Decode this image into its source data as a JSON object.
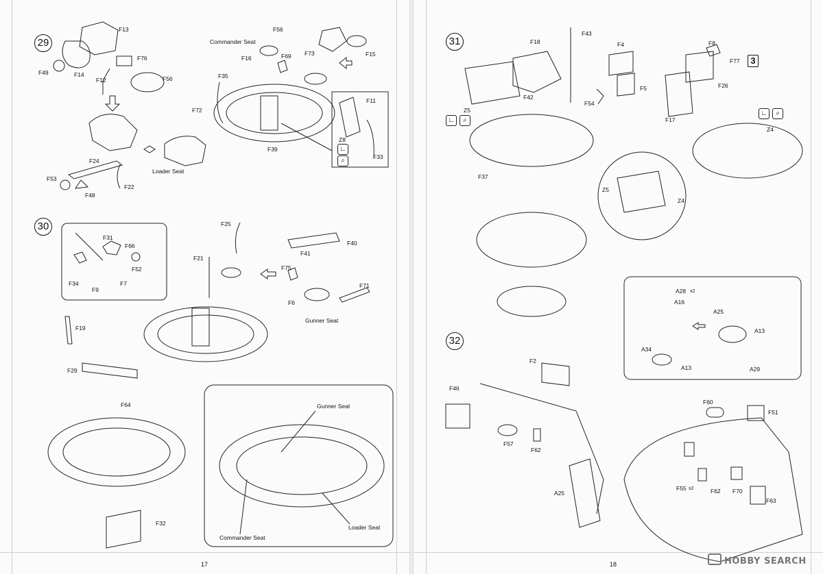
{
  "left_page": {
    "page_number": "17",
    "steps": [
      {
        "number": "29"
      },
      {
        "number": "30"
      }
    ],
    "step29_labels": [
      "F13",
      "F76",
      "F49",
      "F14",
      "F12",
      "F56",
      "F24",
      "F53",
      "F48",
      "F22",
      "F56",
      "Commander Seat",
      "F16",
      "F69",
      "F35",
      "F72",
      "F39",
      "F73",
      "F15",
      "F11",
      "Z8",
      "F33",
      "Loader Seat"
    ],
    "step30_labels": [
      "F31",
      "F66",
      "F52",
      "F34",
      "F9",
      "F7",
      "F25",
      "F21",
      "F40",
      "F41",
      "F75",
      "F6",
      "F71",
      "Gunner Seat",
      "F19",
      "F29",
      "F64",
      "F32"
    ],
    "callouts": {
      "gunner_seat": "Gunner Seat",
      "commander_seat": "Commander Seat",
      "loader_seat": "Loader Seat"
    }
  },
  "right_page": {
    "page_number": "18",
    "steps": [
      {
        "number": "31"
      },
      {
        "number": "32"
      }
    ],
    "step31_labels": [
      "F43",
      "F18",
      "F4",
      "F8",
      "F77",
      "F42",
      "F5",
      "F54",
      "F26",
      "Z5",
      "F17",
      "Z4",
      "F37",
      "Z5",
      "Z4"
    ],
    "step31_count": "3",
    "step32_labels": [
      "A28",
      "x2",
      "A16",
      "A25",
      "A13",
      "A34",
      "A13",
      "A29",
      "F2",
      "F46",
      "F57",
      "F62",
      "A25",
      "F60",
      "F51",
      "F55",
      "x2",
      "F62",
      "F70",
      "F63"
    ]
  },
  "watermark": {
    "text": "HOBBY SEARCH"
  },
  "icons": {
    "glue": "glue-icon",
    "cut": "cut-icon",
    "arrow": "direction-arrow-icon"
  }
}
